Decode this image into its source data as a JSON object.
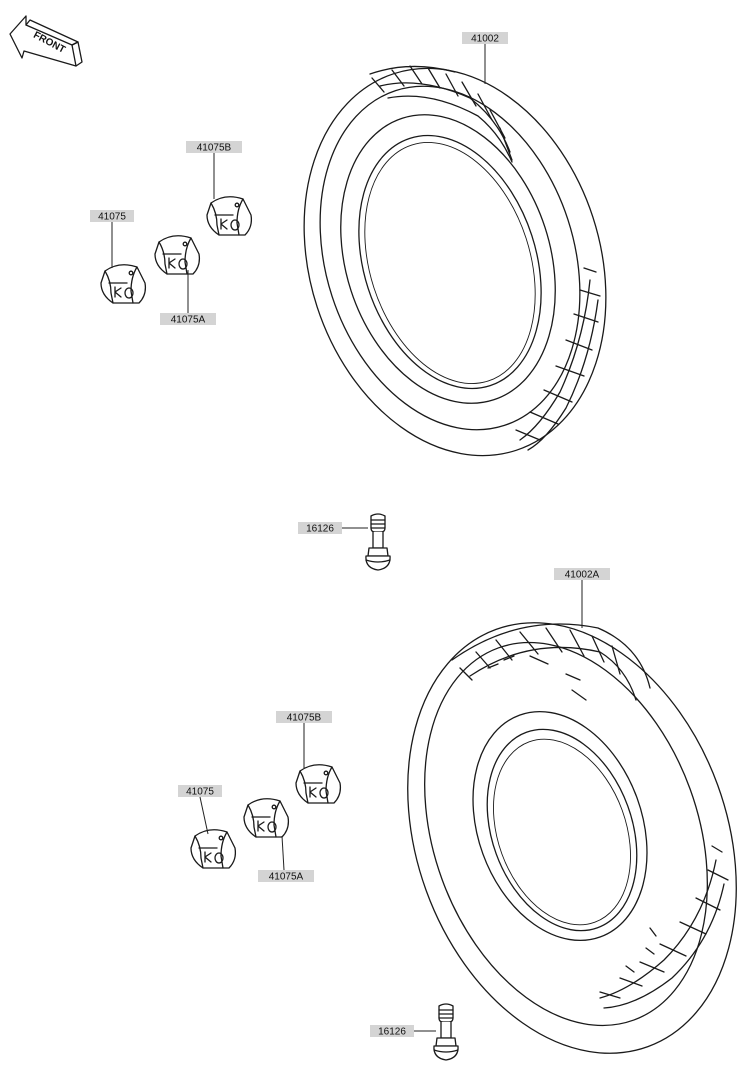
{
  "front_arrow": {
    "label": "FRONT",
    "icon": "front-arrow-icon"
  },
  "callouts": {
    "front_tire": "41002",
    "rear_tire": "41002A",
    "front_weight_b": "41075B",
    "front_weight": "41075",
    "front_weight_a": "41075A",
    "front_valve": "16126",
    "rear_weight_b": "41075B",
    "rear_weight": "41075",
    "rear_weight_a": "41075A",
    "rear_valve": "16126"
  }
}
